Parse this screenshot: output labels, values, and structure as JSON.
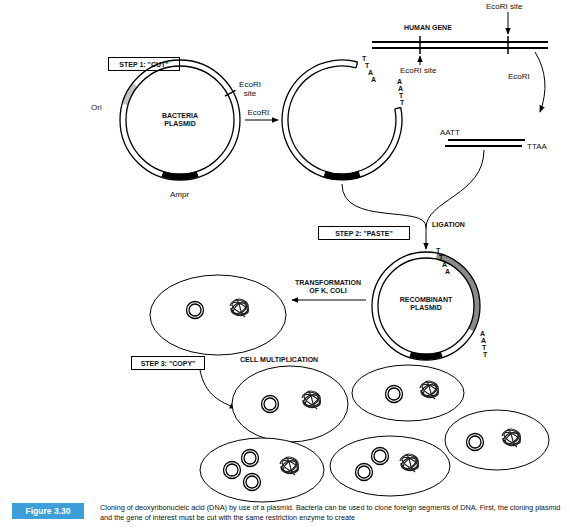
{
  "diagram": {
    "caption": "Cloning of deoxyribonucleic acid (DNA) by use of a plasmid. Bacteria can be used to clone foreign segments of DNA. First, the cloning plasmid and the gene of interest must be cut with the same restriction enzyme to create",
    "nodes": [
      {
        "text": [
          "STEP 1: \"CUT\""
        ]
      },
      {
        "text": [
          "BACTERIA PLASMID"
        ]
      },
      {
        "text": [
          "T",
          "T",
          "A",
          "A",
          "A",
          "A",
          "T",
          "T"
        ]
      },
      {
        "text": [
          "STEP 2: \"PASTE\""
        ]
      },
      {
        "text": [
          "T",
          "T",
          "A",
          "A",
          "RECOMBINANT PLASMID",
          "A",
          "A",
          "T",
          "T"
        ]
      },
      {
        "text": [
          "STEP 3: \"COPY\""
        ]
      },
      {
        "text": [
          "Figure 3.30"
        ]
      }
    ],
    "edges": [
      {
        "from": 1,
        "to": 2,
        "arrow": "to",
        "label": "EcoRI"
      },
      {
        "from": 2,
        "to": 4,
        "arrow": "to",
        "label": "LIGATION"
      }
    ],
    "labels": [
      "EcoRI site",
      "HUMAN GENE",
      "EcoRI site",
      "EcoRI",
      "Ori",
      "EcoRI site",
      "AATT",
      "TTAA",
      "Ampr",
      "TRANSFORMATION OF K, COLI",
      "CELL MULTIPLICATION"
    ]
  }
}
